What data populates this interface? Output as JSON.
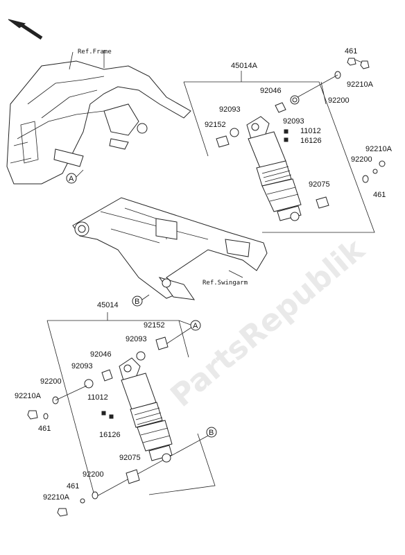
{
  "watermark": "PartsRepublik",
  "labels": {
    "ref_frame": "Ref.Frame",
    "ref_swingarm": "Ref.Swingarm",
    "A": "A",
    "B": "B",
    "assy_upper": "45014A",
    "assy_lower": "45014",
    "u_461": "461",
    "u_92210A_top": "92210A",
    "u_92200_top": "92200",
    "u_92046": "92046",
    "u_92093_a": "92093",
    "u_92093_b": "92093",
    "u_92152": "92152",
    "u_11012": "11012",
    "u_16126": "16126",
    "u_92210A_r": "92210A",
    "u_92200_r": "92200",
    "u_92075": "92075",
    "u_461_r": "461",
    "l_92152": "92152",
    "l_92093_a": "92093",
    "l_92046": "92046",
    "l_92093_b": "92093",
    "l_92200": "92200",
    "l_92210A": "92210A",
    "l_461": "461",
    "l_11012": "11012",
    "l_16126": "16126",
    "l_92075": "92075",
    "l_92200_b": "92200",
    "l_461_b": "461",
    "l_92210A_b": "92210A"
  }
}
